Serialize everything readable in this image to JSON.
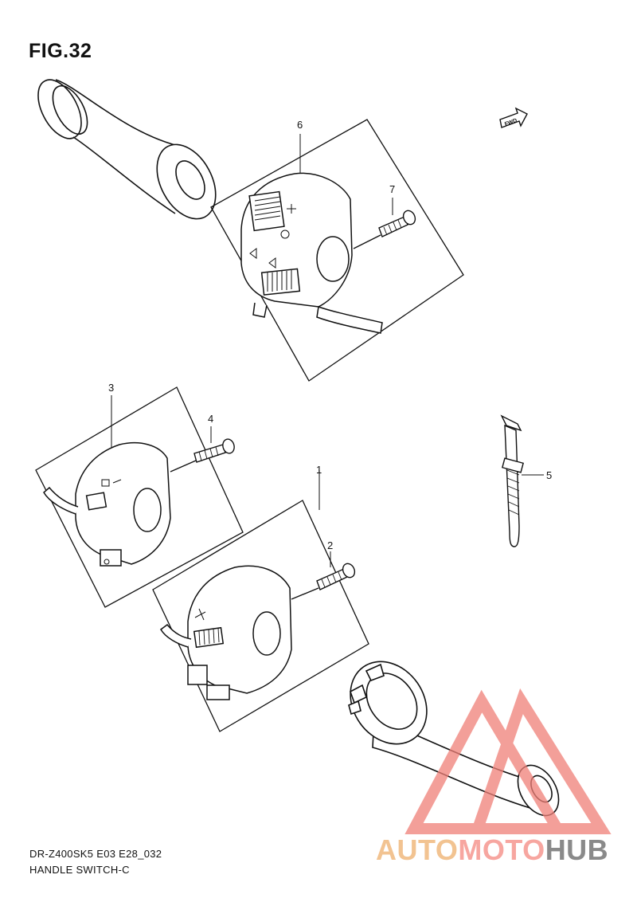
{
  "figure": {
    "title": "FIG.32",
    "fwd_label": "FWD"
  },
  "callouts": [
    "6",
    "7",
    "3",
    "4",
    "1",
    "2",
    "5"
  ],
  "footer": {
    "model_code": "DR-Z400SK5 E03 E28_032",
    "section_name": "HANDLE SWITCH-C"
  },
  "watermark": {
    "part1": "AUTO",
    "part2": "MOTO",
    "part3": "HUB"
  },
  "colors": {
    "line": "#111111",
    "watermark_red": "#f08078",
    "watermark_orange": "#f2c391",
    "watermark_gray": "#8a8a8a"
  }
}
